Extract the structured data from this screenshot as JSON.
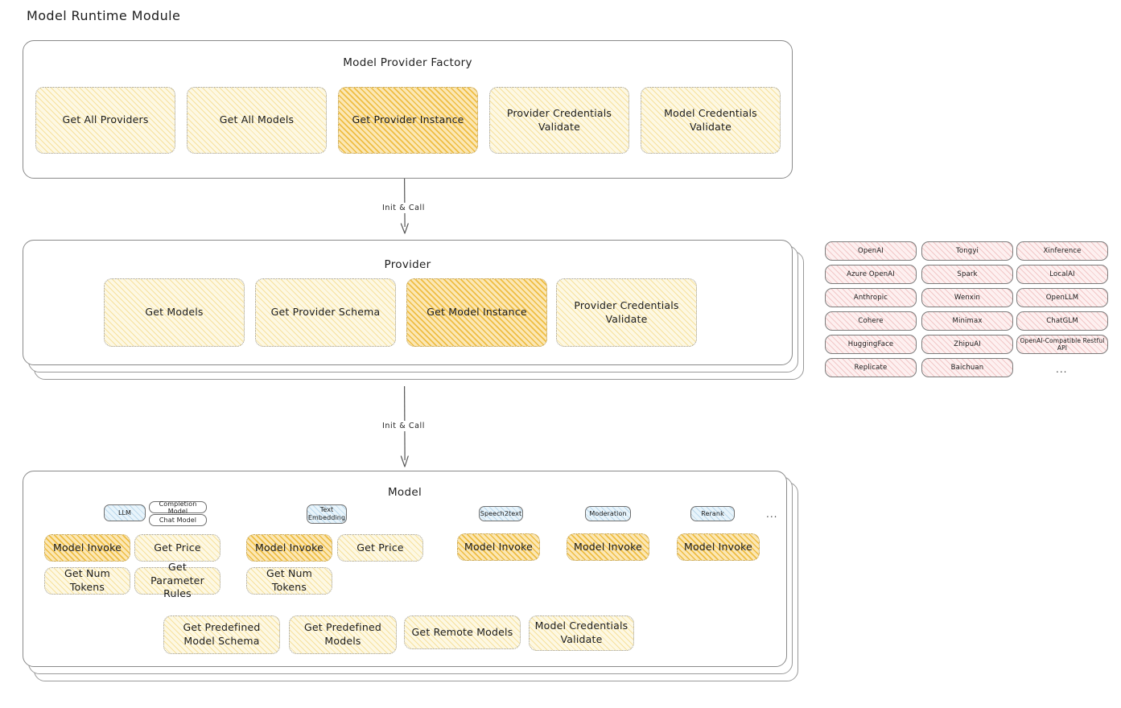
{
  "page": {
    "title": "Model Runtime Module"
  },
  "factory": {
    "title": "Model Provider Factory",
    "nodes": [
      {
        "label": "Get All Providers",
        "highlighted": false
      },
      {
        "label": "Get All Models",
        "highlighted": false
      },
      {
        "label": "Get Provider Instance",
        "highlighted": true
      },
      {
        "label": "Provider Credentials Validate",
        "highlighted": false
      },
      {
        "label": "Model Credentials Validate",
        "highlighted": false
      }
    ]
  },
  "arrow_top": {
    "label": "Init & Call"
  },
  "provider": {
    "title": "Provider",
    "nodes": [
      {
        "label": "Get Models",
        "highlighted": false
      },
      {
        "label": "Get Provider Schema",
        "highlighted": false
      },
      {
        "label": "Get Model Instance",
        "highlighted": true
      },
      {
        "label": "Provider Credentials Validate",
        "highlighted": false
      }
    ]
  },
  "arrow_bottom": {
    "label": "Init & Call"
  },
  "provider_list": {
    "column1": [
      "OpenAI",
      "Azure OpenAI",
      "Anthropic",
      "Cohere",
      "HuggingFace",
      "Replicate"
    ],
    "column2": [
      "Tongyi",
      "Spark",
      "Wenxin",
      "Minimax",
      "ZhipuAI",
      "Baichuan"
    ],
    "column3": [
      "Xinference",
      "LocalAI",
      "OpenLLM",
      "ChatGLM",
      "OpenAI-Compatible Restful API"
    ],
    "more": "..."
  },
  "model": {
    "title": "Model",
    "more": "...",
    "types": [
      {
        "name": "LLM",
        "style": "blue"
      },
      {
        "name": "Completion Model",
        "style": "plain"
      },
      {
        "name": "Chat Model",
        "style": "plain"
      },
      {
        "name": "Text Embedding",
        "style": "blue"
      },
      {
        "name": "Speech2text",
        "style": "blue"
      },
      {
        "name": "Moderation",
        "style": "blue"
      },
      {
        "name": "Rerank",
        "style": "blue"
      }
    ],
    "llm_ops": [
      {
        "label": "Model Invoke",
        "highlighted": true
      },
      {
        "label": "Get Price",
        "highlighted": false
      },
      {
        "label": "Get Num Tokens",
        "highlighted": false
      },
      {
        "label": "Get Parameter Rules",
        "highlighted": false
      }
    ],
    "embedding_ops": [
      {
        "label": "Model Invoke",
        "highlighted": true
      },
      {
        "label": "Get Price",
        "highlighted": false
      },
      {
        "label": "Get Num Tokens",
        "highlighted": false
      }
    ],
    "speech_ops": [
      {
        "label": "Model Invoke",
        "highlighted": true
      }
    ],
    "moderation_ops": [
      {
        "label": "Model Invoke",
        "highlighted": true
      }
    ],
    "rerank_ops": [
      {
        "label": "Model Invoke",
        "highlighted": true
      }
    ],
    "common_ops": [
      {
        "label": "Get Predefined Model Schema",
        "highlighted": false
      },
      {
        "label": "Get Predefined Models",
        "highlighted": false
      },
      {
        "label": "Get Remote Models",
        "highlighted": false
      },
      {
        "label": "Model Credentials Validate",
        "highlighted": false
      }
    ]
  },
  "colors": {
    "highlight_amber": "#edb62d",
    "light_cream": "#fdf8e3",
    "rose": "#fdf0f0",
    "blue_badge": "#e8f4fb",
    "stroke": "#8a8a8a"
  }
}
